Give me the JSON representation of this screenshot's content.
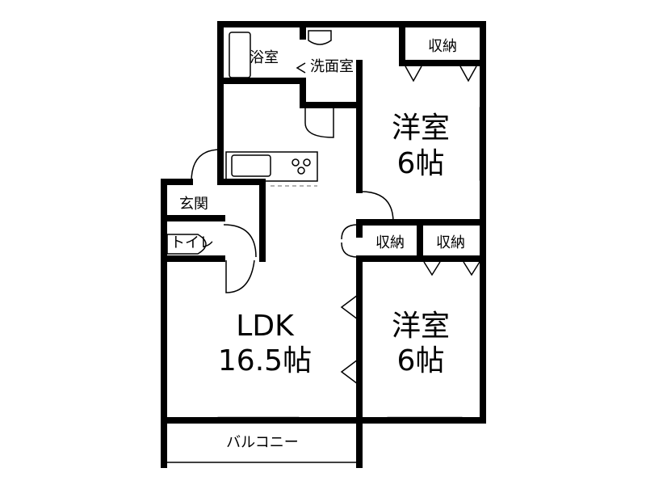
{
  "rooms": {
    "bath": "浴室",
    "washroom": "洗面室",
    "storage_top": "収納",
    "bedroom1_name": "洋室",
    "bedroom1_size": "6帖",
    "entrance": "玄関",
    "toilet": "トイレ",
    "storage_mid1": "収納",
    "storage_mid2": "収納",
    "ldk_name": "LDK",
    "ldk_size": "16.5帖",
    "bedroom2_name": "洋室",
    "bedroom2_size": "6帖",
    "balcony": "バルコニー"
  }
}
